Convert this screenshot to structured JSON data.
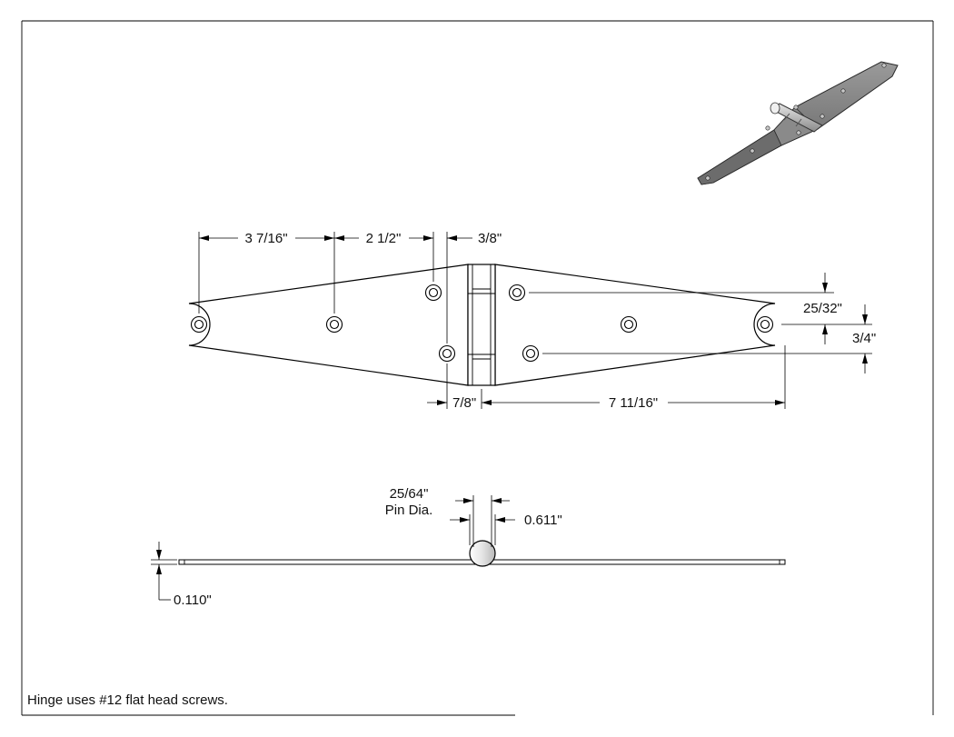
{
  "drawing": {
    "dimensions": {
      "d1": "3 7/16\"",
      "d2": "2 1/2\"",
      "d3": "3/8\"",
      "d4": "25/32\"",
      "d5": "3/4\"",
      "d6": "7/8\"",
      "d7": "7 11/16\"",
      "pin_dia_value": "25/64\"",
      "pin_dia_label": "Pin Dia.",
      "knuckle": "0.611\"",
      "thickness": "0.110\""
    },
    "note": "Hinge uses #12 flat head screws."
  }
}
